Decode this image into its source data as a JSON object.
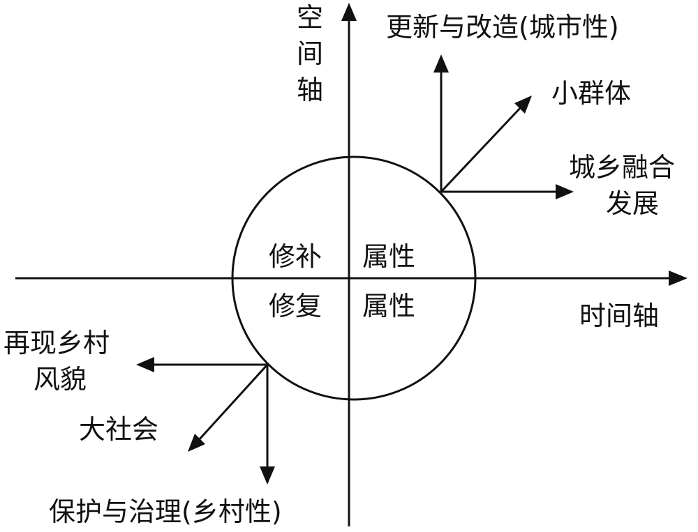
{
  "axes": {
    "time_axis_label": "时间轴",
    "space_axis_label_lines": [
      "空",
      "间",
      "轴"
    ]
  },
  "circle": {
    "upper_left": "修补",
    "upper_right": "属性",
    "lower_left": "修复",
    "lower_right": "属性"
  },
  "upper_branch": {
    "up_label": "更新与改造(城市性)",
    "diagonal_label": "小群体",
    "right_label_lines": [
      "城乡融合",
      "发展"
    ]
  },
  "lower_branch": {
    "left_label_lines": [
      "再现乡村",
      "风貌"
    ],
    "diagonal_label": "大社会",
    "down_label": "保护与治理(乡村性)"
  }
}
